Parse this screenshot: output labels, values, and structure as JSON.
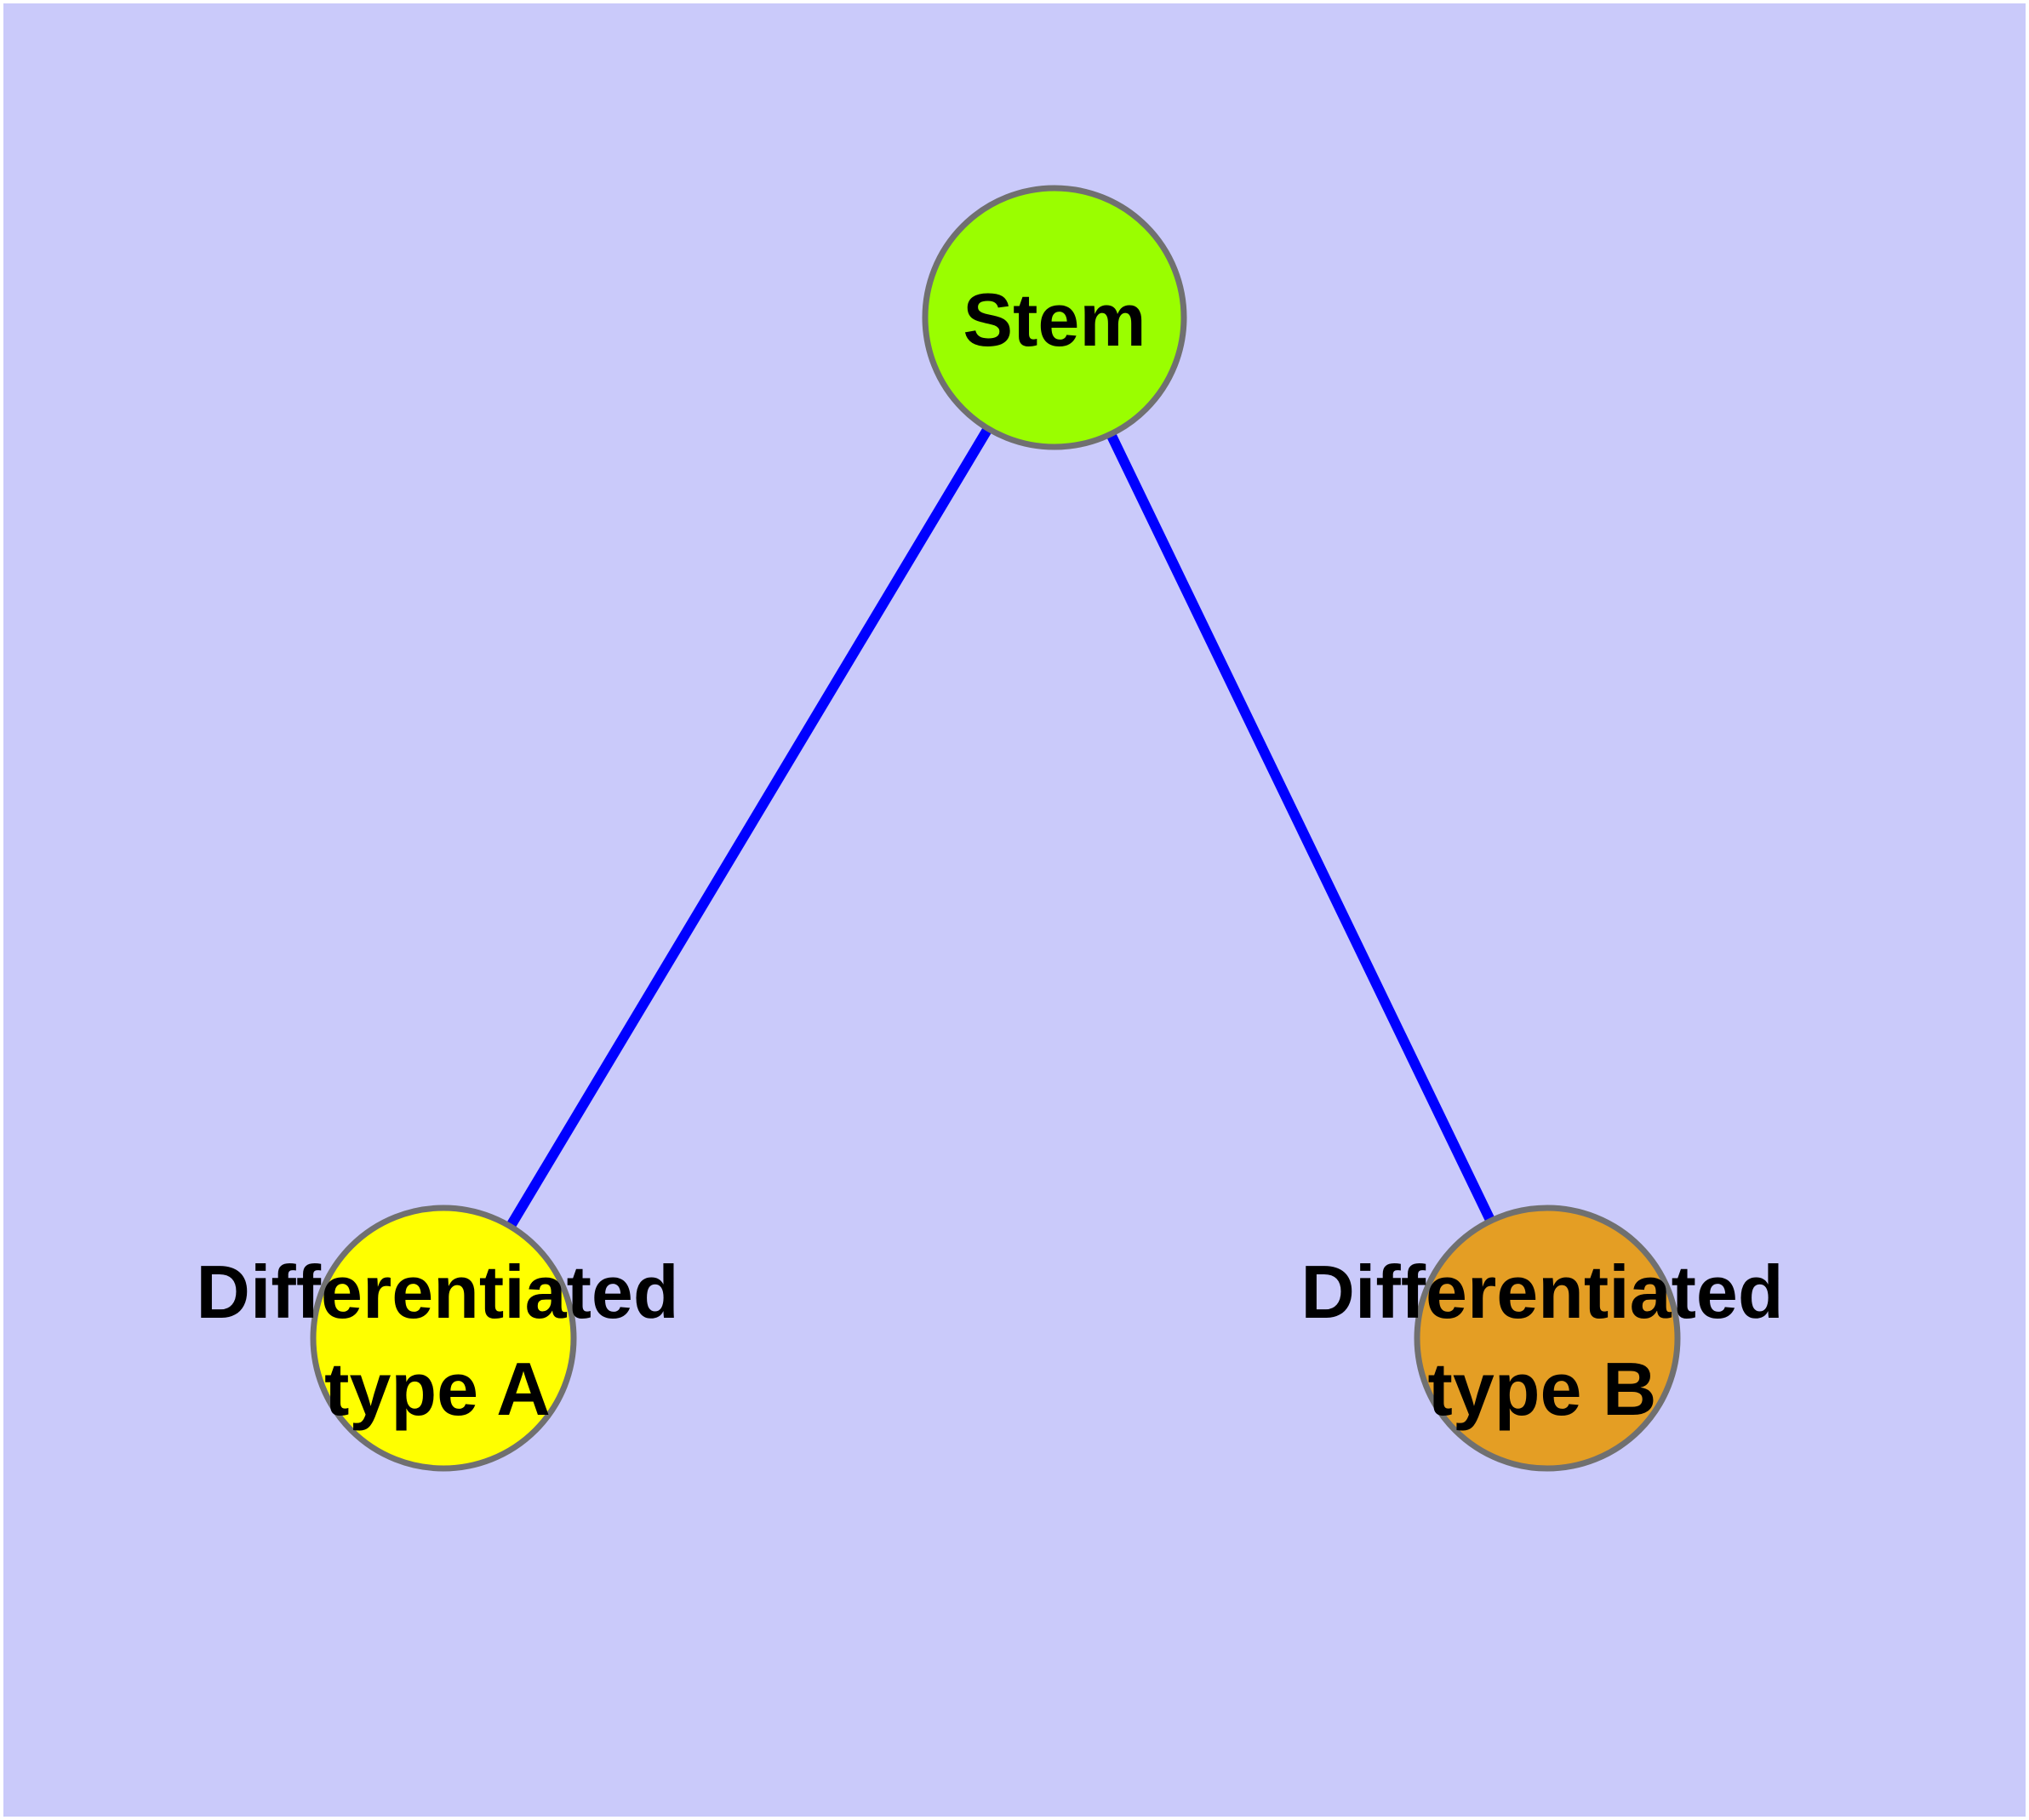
{
  "figure": {
    "background_color": "#cacafa",
    "frame_color": "#ffffff",
    "edge_color": "#0000ff",
    "node_border_color": "#707070",
    "label_color": "#000000"
  },
  "nodes": {
    "stem": {
      "label": "Stem",
      "fill": "#9afe00"
    },
    "type_a": {
      "label_line1": "Differentiated",
      "label_line2": "type A",
      "fill": "#ffff00"
    },
    "type_b": {
      "label_line1": "Differentiated",
      "label_line2": "type B",
      "fill": "#e49e24"
    }
  },
  "edges": [
    {
      "from": "Stem",
      "to": "Differentiated type A"
    },
    {
      "from": "Stem",
      "to": "Differentiated type B"
    }
  ]
}
